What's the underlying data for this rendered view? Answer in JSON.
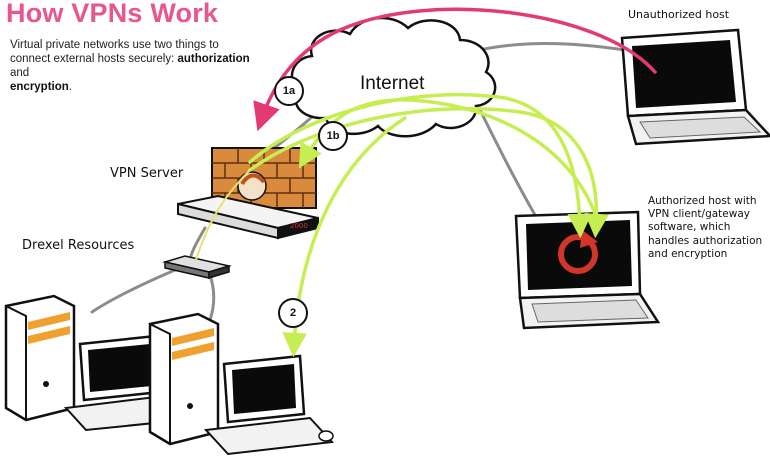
{
  "title": "How VPNs Work",
  "intro": {
    "text": "Virtual private networks use two things to connect external hosts securely:",
    "bold1": "authorization",
    "joiner": " and",
    "bold2": "encryption",
    "end": "."
  },
  "labels": {
    "internet": "Internet",
    "vpn_server": "VPN Server",
    "drexel": "Drexel Resources",
    "unauthorized": "Unauthorized host",
    "authorized": "Authorized host with VPN client/gateway software, which handles authorization and encryption",
    "device_tag": "2000"
  },
  "steps": {
    "s1a": "1a",
    "s1b": "1b",
    "s2": "2"
  },
  "colors": {
    "title": "#e8568f",
    "unauthorized_arrow": "#e33a73",
    "authorized_arrow": "#c6ee52",
    "firewall_brick": "#d98a3c",
    "screen_red": "#d2352a"
  }
}
